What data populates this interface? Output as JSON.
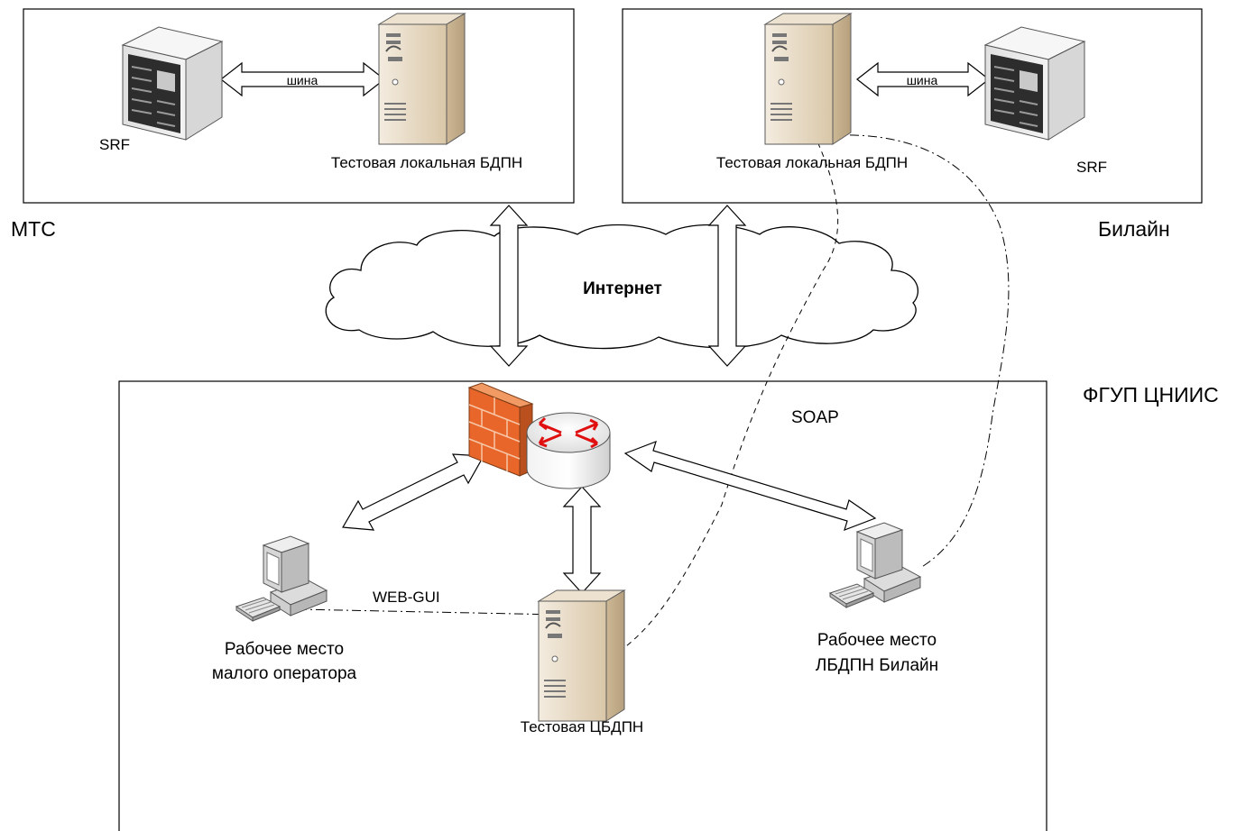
{
  "zones": {
    "mts": {
      "label": "МТС"
    },
    "beeline": {
      "label": "Билайн"
    },
    "fgup": {
      "label": "ФГУП ЦНИИС"
    }
  },
  "cloud": {
    "label": "Интернет"
  },
  "nodes": {
    "mts_srf": "SRF",
    "mts_db": "Тестовая локальная БДПН",
    "beeline_db": "Тестовая локальная БДПН",
    "beeline_srf": "SRF",
    "small_op_ws_line1": "Рабочее место",
    "small_op_ws_line2": "малого оператора",
    "central_db": "Тестовая ЦБДПН",
    "beeline_ws_line1": "Рабочее место",
    "beeline_ws_line2": "ЛБДПН Билайн"
  },
  "links": {
    "mts_bus": "шина",
    "beeline_bus": "шина",
    "soap": "SOAP",
    "web_gui": "WEB-GUI"
  },
  "colors": {
    "firewall": "#e8662a",
    "server_body": "#e9dcc5",
    "rack_body": "#dcdcdc",
    "router_arrows": "#e01010"
  }
}
